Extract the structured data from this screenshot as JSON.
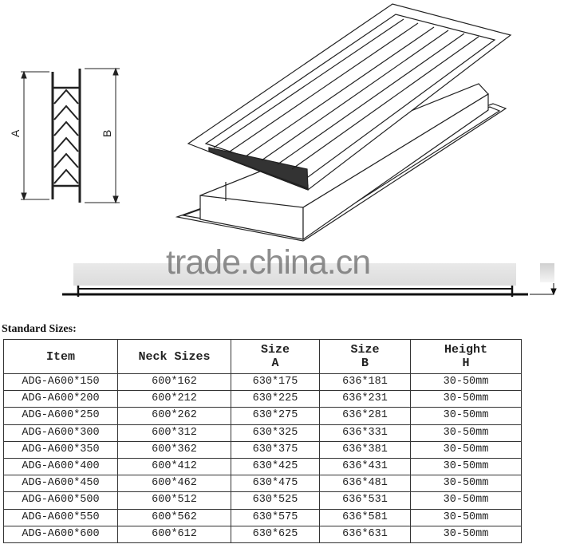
{
  "diagram": {
    "side_section_labels": {
      "dimension_a": "A",
      "dimension_b": "B"
    },
    "watermark": "trade.china.cn"
  },
  "table": {
    "title": "Standard Sizes:",
    "headers": [
      {
        "line1": "Item",
        "line2": ""
      },
      {
        "line1": "Neck Sizes",
        "line2": ""
      },
      {
        "line1": "Size",
        "line2": "A"
      },
      {
        "line1": "Size",
        "line2": "B"
      },
      {
        "line1": "Height",
        "line2": "H"
      }
    ],
    "rows": [
      [
        "ADG-A600*150",
        "600*162",
        "630*175",
        "636*181",
        "30-50mm"
      ],
      [
        "ADG-A600*200",
        "600*212",
        "630*225",
        "636*231",
        "30-50mm"
      ],
      [
        "ADG-A600*250",
        "600*262",
        "630*275",
        "636*281",
        "30-50mm"
      ],
      [
        "ADG-A600*300",
        "600*312",
        "630*325",
        "636*331",
        "30-50mm"
      ],
      [
        "ADG-A600*350",
        "600*362",
        "630*375",
        "636*381",
        "30-50mm"
      ],
      [
        "ADG-A600*400",
        "600*412",
        "630*425",
        "636*431",
        "30-50mm"
      ],
      [
        "ADG-A600*450",
        "600*462",
        "630*475",
        "636*481",
        "30-50mm"
      ],
      [
        "ADG-A600*500",
        "600*512",
        "630*525",
        "636*531",
        "30-50mm"
      ],
      [
        "ADG-A600*550",
        "600*562",
        "630*575",
        "636*581",
        "30-50mm"
      ],
      [
        "ADG-A600*600",
        "600*612",
        "630*625",
        "636*631",
        "30-50mm"
      ]
    ]
  }
}
